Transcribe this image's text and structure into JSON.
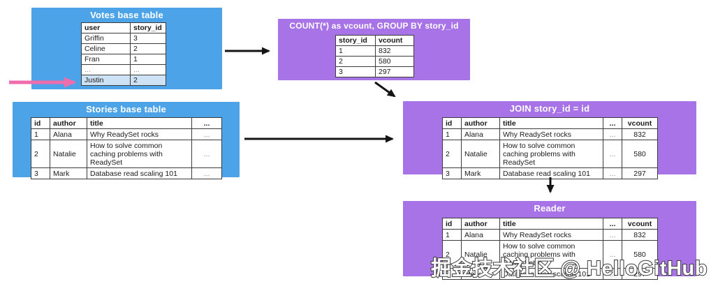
{
  "colors": {
    "blue": "#4DA3E8",
    "purple": "#A873E6",
    "pink": "#F06DAD",
    "highlight": "#CEE2F5",
    "arrow": "#141414"
  },
  "diagram": {
    "votes_table": {
      "title": "Votes base table",
      "headers": [
        "user",
        "story_id"
      ],
      "rows": [
        [
          "Griffin",
          "3"
        ],
        [
          "Celine",
          "2"
        ],
        [
          "Fran",
          "1"
        ],
        [
          "...",
          "..."
        ],
        [
          "Justin",
          "2"
        ]
      ],
      "highlight_row": 4
    },
    "stories_table": {
      "title": "Stories base table",
      "headers": [
        "id",
        "author",
        "title",
        "..."
      ],
      "rows": [
        [
          "1",
          "Alana",
          "Why ReadySet rocks",
          "..."
        ],
        [
          "2",
          "Natalie",
          "How to solve common caching problems with ReadySet",
          "..."
        ],
        [
          "3",
          "Mark",
          "Database read scaling 101",
          "..."
        ]
      ]
    },
    "count_table": {
      "title": "COUNT(*) as vcount, GROUP BY story_id",
      "headers": [
        "story_id",
        "vcount"
      ],
      "rows": [
        [
          "1",
          "832"
        ],
        [
          "2",
          "580"
        ],
        [
          "3",
          "297"
        ]
      ]
    },
    "join_table": {
      "title": "JOIN story_id = id",
      "headers": [
        "id",
        "author",
        "title",
        "...",
        "vcount"
      ],
      "rows": [
        [
          "1",
          "Alana",
          "Why ReadySet rocks",
          "...",
          "832"
        ],
        [
          "2",
          "Natalie",
          "How to solve common caching problems with ReadySet",
          "...",
          "580"
        ],
        [
          "3",
          "Mark",
          "Database read scaling 101",
          "...",
          "297"
        ]
      ]
    },
    "reader_table": {
      "title": "Reader",
      "headers": [
        "id",
        "author",
        "title",
        "...",
        "vcount"
      ],
      "rows": [
        [
          "1",
          "Alana",
          "Why ReadySet rocks",
          "...",
          "832"
        ],
        [
          "2",
          "Natalie",
          "How to solve common caching problems with ReadySet",
          "...",
          "580"
        ],
        [
          "3",
          "Mark",
          "Database read scaling 101",
          "...",
          "297"
        ]
      ]
    }
  },
  "watermark": {
    "text": "掘金技术社区 @ HelloGitHub"
  }
}
